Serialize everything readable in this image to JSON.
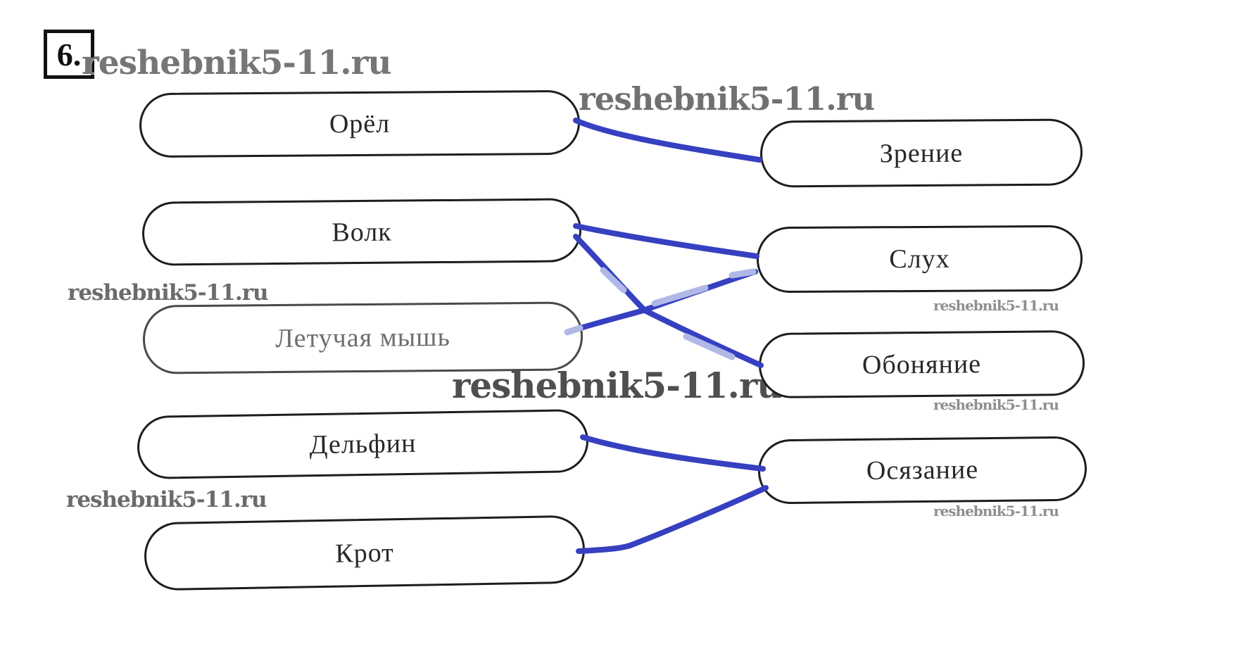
{
  "task": {
    "number": "6."
  },
  "watermark_text": "reshebnik5-11.ru",
  "left_column": [
    {
      "id": "orel",
      "label": "Орёл"
    },
    {
      "id": "volk",
      "label": "Волк"
    },
    {
      "id": "mysh",
      "label": "Летучая мышь"
    },
    {
      "id": "delfin",
      "label": "Дельфин"
    },
    {
      "id": "krot",
      "label": "Крот"
    }
  ],
  "right_column": [
    {
      "id": "zrenie",
      "label": "Зрение"
    },
    {
      "id": "sluh",
      "label": "Слух"
    },
    {
      "id": "obonyanie",
      "label": "Обоняние"
    },
    {
      "id": "osyazanie",
      "label": "Осязание"
    }
  ],
  "connections": [
    {
      "from_id": "orel",
      "to_id": "zrenie",
      "from": "Орёл",
      "to": "Зрение"
    },
    {
      "from_id": "volk",
      "to_id": "sluh",
      "from": "Волк",
      "to": "Слух"
    },
    {
      "from_id": "volk",
      "to_id": "obonyanie",
      "from": "Волк",
      "to": "Обоняние"
    },
    {
      "from_id": "mysh",
      "to_id": "sluh",
      "from": "Летучая мышь",
      "to": "Слух"
    },
    {
      "from_id": "delfin",
      "to_id": "osyazanie",
      "from": "Дельфин",
      "to": "Осязание"
    },
    {
      "from_id": "krot",
      "to_id": "osyazanie",
      "from": "Крот",
      "to": "Осязание"
    }
  ],
  "colors": {
    "line_dark": "#3640c0",
    "line_light": "#b0b8e8",
    "box_border": "#1d1d1d",
    "label_text": "#282828",
    "watermark_gray": "#767676"
  }
}
